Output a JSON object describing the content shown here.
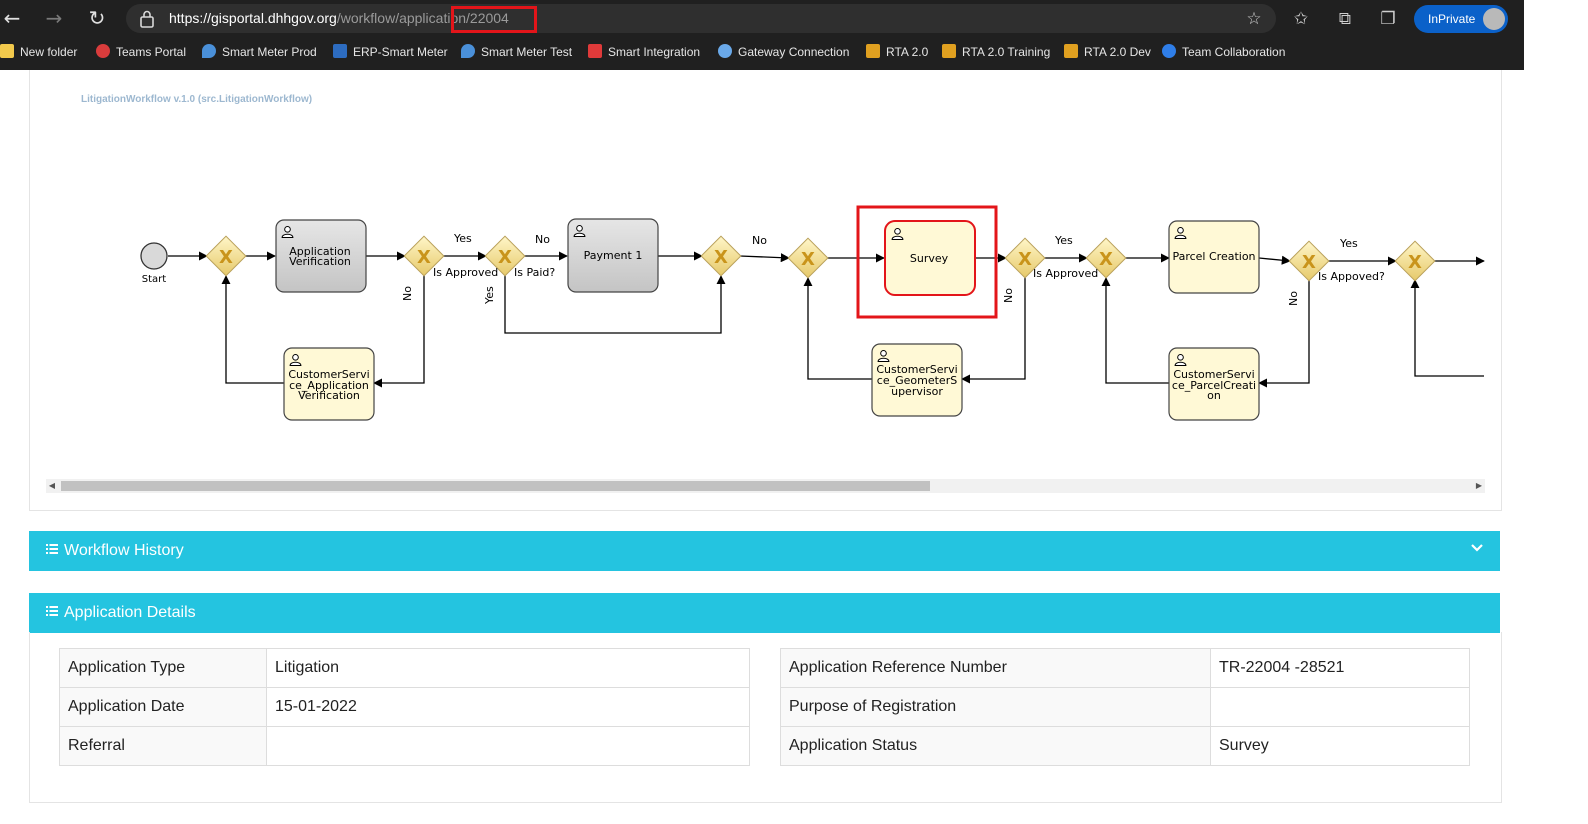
{
  "browser": {
    "url_host": "https://gisportal.dhhgov.org",
    "url_path": "/workflow/application/22004",
    "inprivate_label": "InPrivate",
    "colors": {
      "chrome": "#202020",
      "inprivate": "#0b61c9",
      "highlight": "#e3151a"
    }
  },
  "bookmarks": [
    {
      "label": "New folder",
      "icon": "folder-icon",
      "color": "#f2c94c"
    },
    {
      "label": "Teams Portal",
      "icon": "teams-icon",
      "color": "#d93c3c"
    },
    {
      "label": "Smart Meter Prod",
      "icon": "drop-icon",
      "color": "#4a90d9"
    },
    {
      "label": "ERP-Smart Meter",
      "icon": "letter-e-icon",
      "color": "#2d6cc0"
    },
    {
      "label": "Smart Meter Test",
      "icon": "drop-icon",
      "color": "#4a90d9"
    },
    {
      "label": "Smart Integration",
      "icon": "integration-icon",
      "color": "#e03a3a"
    },
    {
      "label": "Gateway Connection",
      "icon": "gateway-icon",
      "color": "#6aa9e9"
    },
    {
      "label": "RTA 2.0",
      "icon": "rta-icon",
      "color": "#e0a020"
    },
    {
      "label": "RTA 2.0 Training",
      "icon": "rta-icon",
      "color": "#e0a020"
    },
    {
      "label": "RTA 2.0 Dev",
      "icon": "rta-icon",
      "color": "#e0a020"
    },
    {
      "label": "Team Collaboration",
      "icon": "collab-icon",
      "color": "#2f7ee8"
    }
  ],
  "workflow": {
    "title": "LitigationWorkflow v.1.0 (src.LitigationWorkflow)",
    "start_label": "Start",
    "tasks": {
      "app_verification": [
        "Application",
        "Verification"
      ],
      "payment": [
        "Payment 1"
      ],
      "survey": [
        "Survey"
      ],
      "parcel_creation": [
        "Parcel Creation"
      ],
      "cs_app_verification": [
        "CustomerServi",
        "ce_Application",
        "Verification"
      ],
      "cs_geometer": [
        "CustomerServi",
        "ce_GeometerS",
        "upervisor"
      ],
      "cs_parcel": [
        "CustomerServi",
        "ce_ParcelCreati",
        "on"
      ]
    },
    "labels": {
      "yes": "Yes",
      "no": "No",
      "is_approved": "Is Approved",
      "is_approved_2": "Is Approved",
      "is_paid": "Is Paid?",
      "is_appoved": "Is Appoved?"
    }
  },
  "panels": {
    "history_title": "Workflow History",
    "details_title": "Application Details"
  },
  "details": {
    "left": [
      {
        "label": "Application Type",
        "value": "Litigation"
      },
      {
        "label": "Application Date",
        "value": "15-01-2022"
      },
      {
        "label": "Referral",
        "value": ""
      }
    ],
    "right": [
      {
        "label": "Application Reference Number",
        "value": "TR-22004 -28521"
      },
      {
        "label": "Purpose of Registration",
        "value": ""
      },
      {
        "label": "Application Status",
        "value": "Survey"
      }
    ]
  }
}
